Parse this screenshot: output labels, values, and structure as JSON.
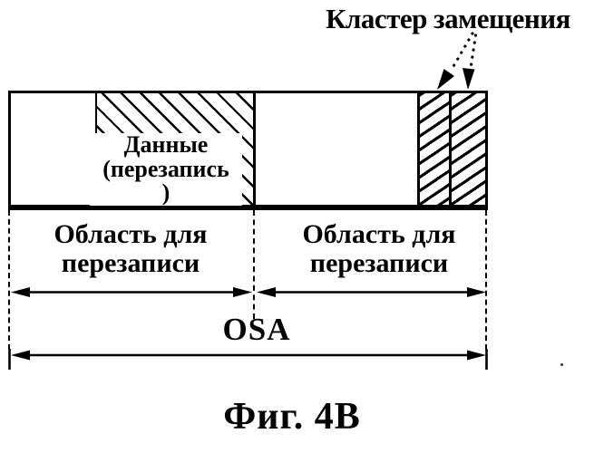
{
  "figure": {
    "top_label": "Кластер замещения",
    "bar": {
      "overwrite_data_label": "Данные\n(перезапись\n)"
    },
    "regions": {
      "left_label": "Область для\nперезаписи",
      "right_label": "Область для\nперезаписи"
    },
    "osa_label": "OSA",
    "caption": "Фиг. 4B",
    "colors": {
      "ink": "#000000",
      "background": "#ffffff"
    }
  }
}
